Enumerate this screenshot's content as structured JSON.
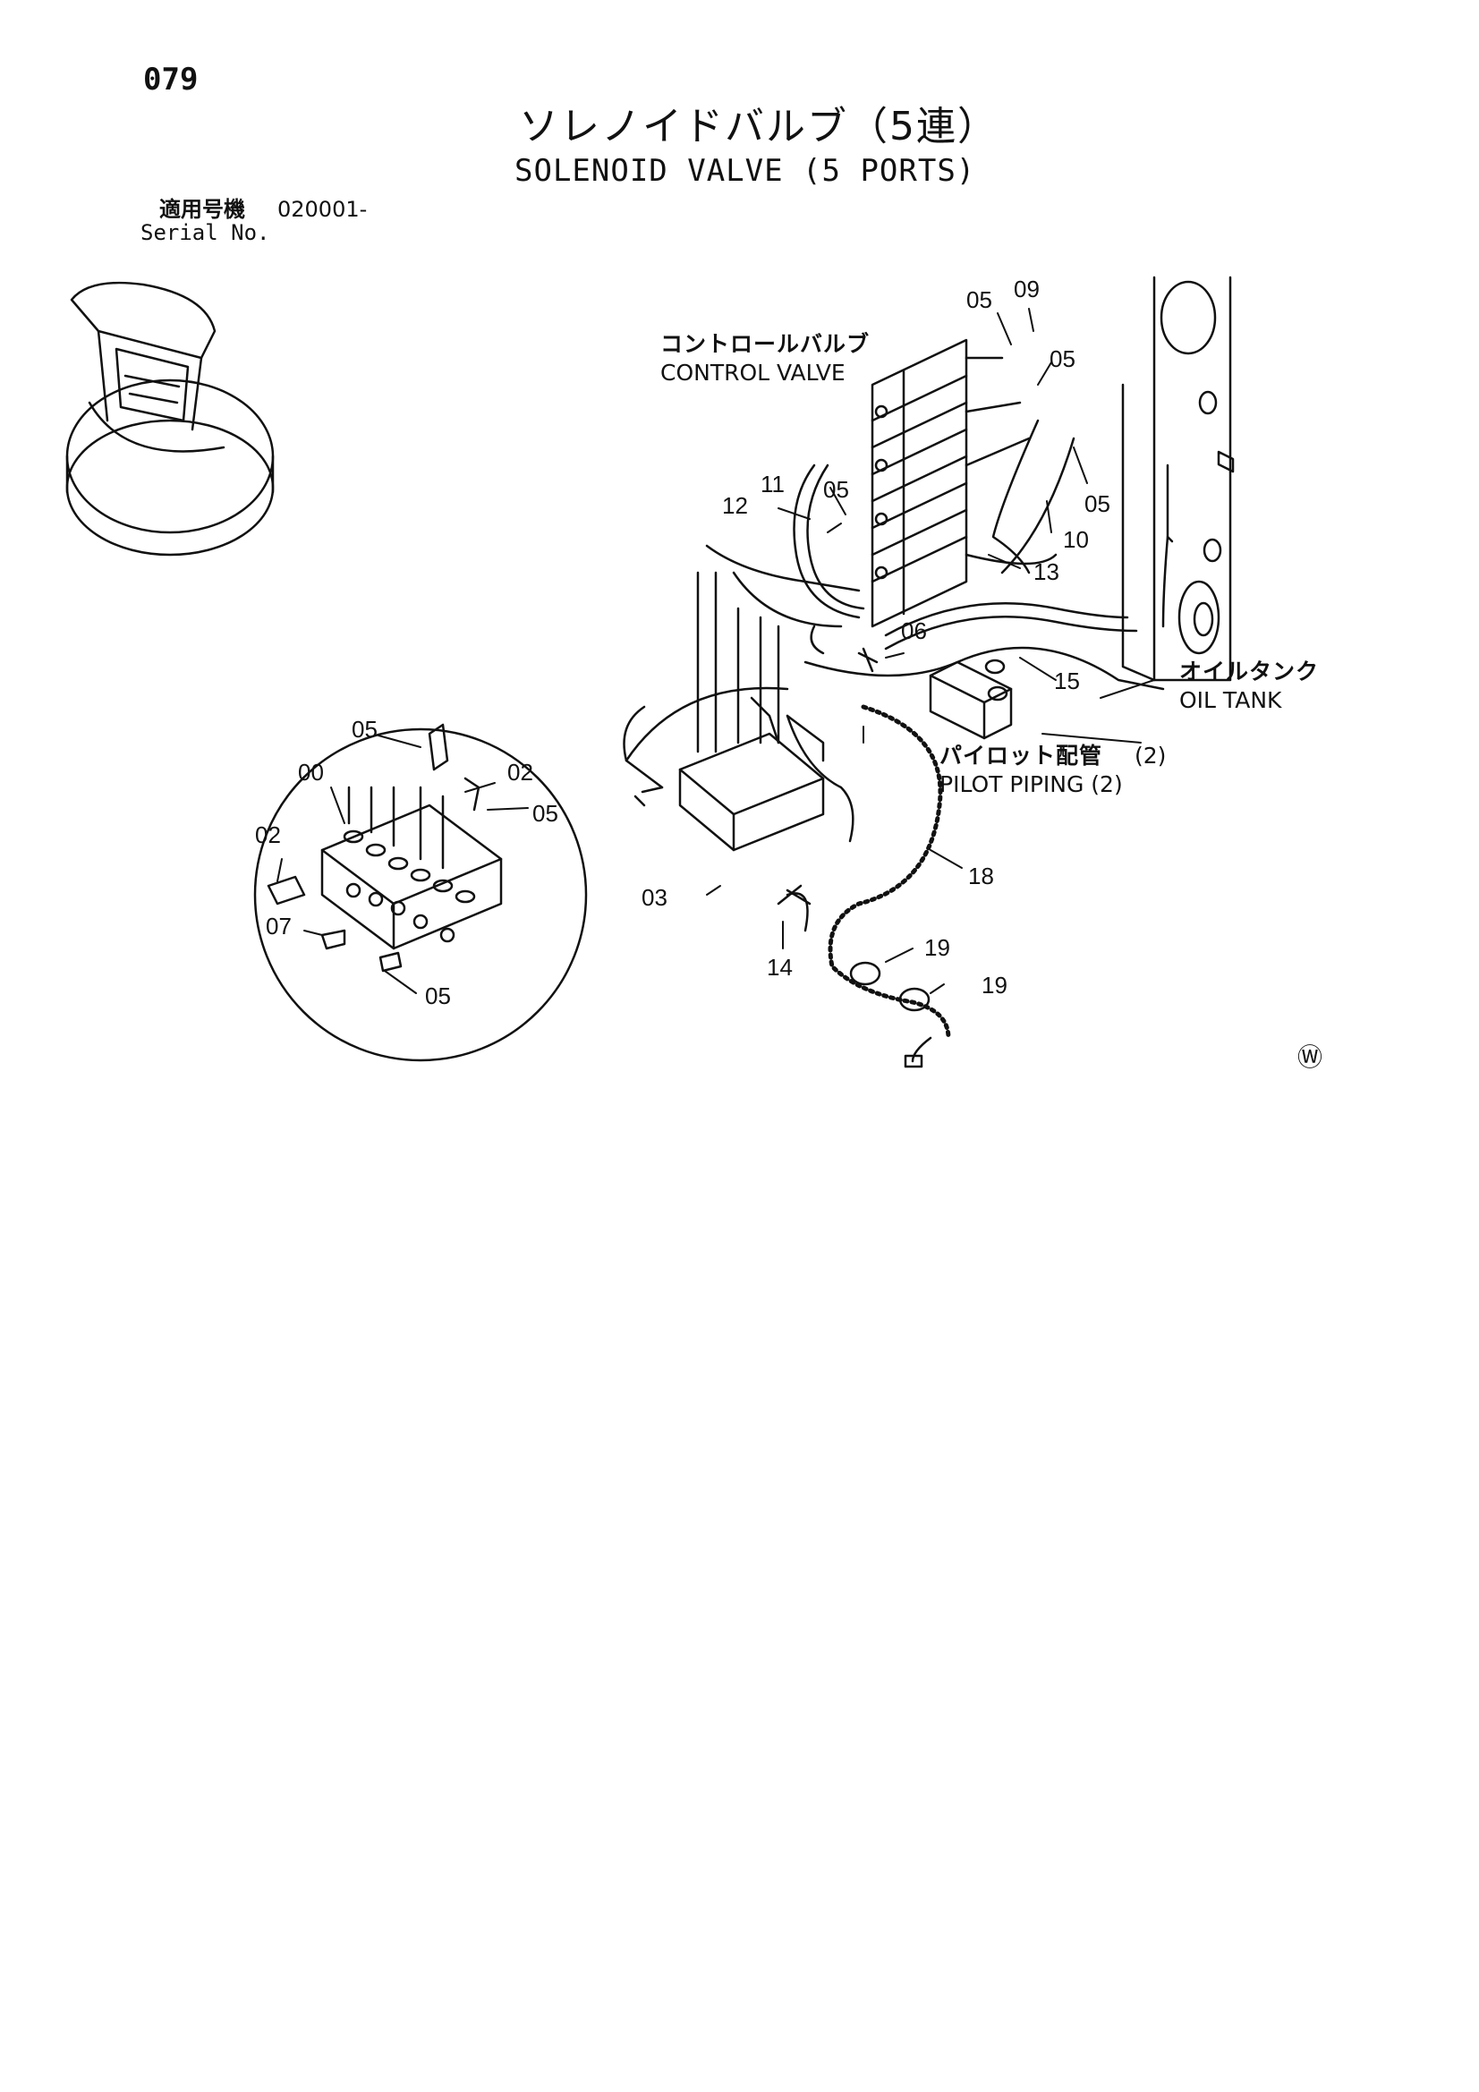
{
  "page": {
    "number": "079",
    "title_jp": "ソレノイドバルブ（5連）",
    "title_en": "SOLENOID VALVE (5 PORTS)",
    "serial_label_jp": "適用号機",
    "serial_value": "020001-",
    "serial_label_en": "Serial No."
  },
  "callouts": {
    "control_valve_jp": "コントロールバルブ",
    "control_valve_en": "CONTROL VALVE",
    "oil_tank_jp": "オイルタンク",
    "oil_tank_en": "OIL TANK",
    "pilot_piping_jp": "パイロット配管",
    "pilot_piping_qty": "(2)",
    "pilot_piping_en": "PILOT PIPING (2)"
  },
  "part_numbers": {
    "p00": "00",
    "p02a": "02",
    "p02b": "02",
    "p03": "03",
    "p05a": "05",
    "p05b": "05",
    "p05c": "05",
    "p05d": "05",
    "p05e": "05",
    "p05f": "05",
    "p05g": "05",
    "p06": "06",
    "p07": "07",
    "p09": "09",
    "p10": "10",
    "p11": "11",
    "p12": "12",
    "p13": "13",
    "p14": "14",
    "p15": "15",
    "p18": "18",
    "p19a": "19",
    "p19b": "19"
  },
  "mark": "Ⓦ"
}
